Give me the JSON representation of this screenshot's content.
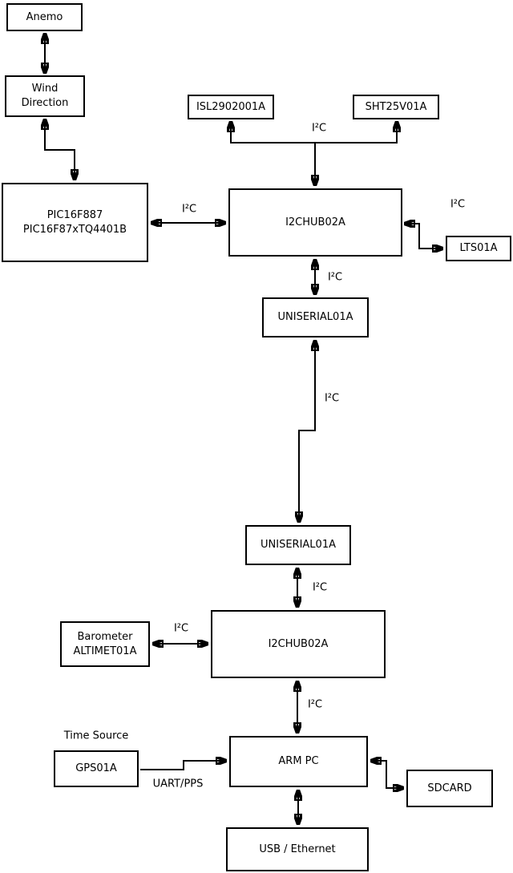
{
  "diagram": {
    "type": "block-diagram",
    "colors": {
      "line": "#000000",
      "box_border": "#000000",
      "box_fill": "#ffffff",
      "background": "#ffffff",
      "text": "#000000"
    },
    "nodes": {
      "anemo": {
        "label": "Anemo"
      },
      "wind_direction": {
        "label": "Wind\nDirection"
      },
      "pic": {
        "label": "PIC16F887\nPIC16F87xTQ4401B"
      },
      "isl": {
        "label": "ISL2902001A"
      },
      "sht": {
        "label": "SHT25V01A"
      },
      "i2chub_top": {
        "label": "I2CHUB02A"
      },
      "lts": {
        "label": "LTS01A"
      },
      "uniserial_top": {
        "label": "UNISERIAL01A"
      },
      "uniserial_bottom": {
        "label": "UNISERIAL01A"
      },
      "i2chub_bottom": {
        "label": "I2CHUB02A"
      },
      "barometer": {
        "label": "Barometer\nALTIMET01A"
      },
      "gps": {
        "label": "GPS01A"
      },
      "arm_pc": {
        "label": "ARM PC"
      },
      "sdcard": {
        "label": "SDCARD"
      },
      "usb_ethernet": {
        "label": "USB / Ethernet"
      }
    },
    "labels": {
      "i2c": "I²C",
      "time_source": "Time Source",
      "uart_pps": "UART/PPS"
    }
  }
}
